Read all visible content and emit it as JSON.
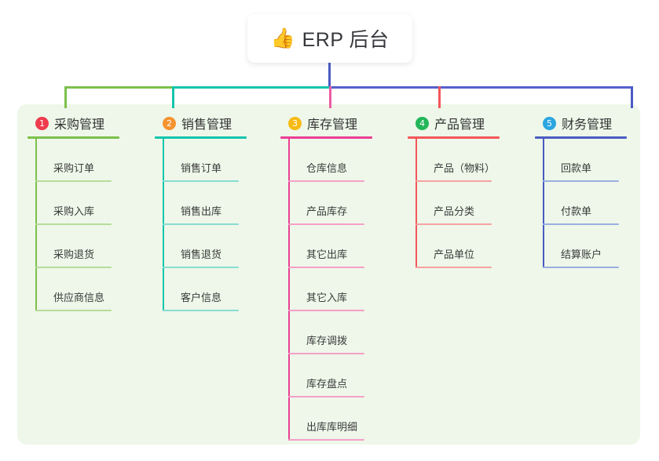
{
  "root": {
    "icon": "thumbs-up-icon",
    "emoji": "👍",
    "title": "ERP 后台"
  },
  "palette": {
    "panel_background": "#eef7e9",
    "page_background": "#ffffff",
    "trunk": "#4a5bc4"
  },
  "branches": [
    {
      "number": "1",
      "title": "采购管理",
      "badge_color": "#ef3b4e",
      "line_color": "#7cc04b",
      "leaf_line_color": "#b7dc9a",
      "items": [
        {
          "label": "采购订单"
        },
        {
          "label": "采购入库"
        },
        {
          "label": "采购退货"
        },
        {
          "label": "供应商信息"
        }
      ]
    },
    {
      "number": "2",
      "title": "销售管理",
      "badge_color": "#f59331",
      "line_color": "#13c5ad",
      "leaf_line_color": "#87ddd2",
      "items": [
        {
          "label": "销售订单"
        },
        {
          "label": "销售出库"
        },
        {
          "label": "销售退货"
        },
        {
          "label": "客户信息"
        }
      ]
    },
    {
      "number": "3",
      "title": "库存管理",
      "badge_color": "#f7bb16",
      "line_color": "#ec3f94",
      "leaf_line_color": "#f5a0c8",
      "items": [
        {
          "label": "仓库信息"
        },
        {
          "label": "产品库存"
        },
        {
          "label": "其它出库"
        },
        {
          "label": "其它入库"
        },
        {
          "label": "库存调拨"
        },
        {
          "label": "库存盘点"
        },
        {
          "label": "出库库明细"
        }
      ]
    },
    {
      "number": "4",
      "title": "产品管理",
      "badge_color": "#23b659",
      "line_color": "#f4565a",
      "leaf_line_color": "#f9a1a3",
      "items": [
        {
          "label": "产品（物料）"
        },
        {
          "label": "产品分类"
        },
        {
          "label": "产品单位"
        }
      ]
    },
    {
      "number": "5",
      "title": "财务管理",
      "badge_color": "#2ba6e0",
      "line_color": "#4a5bc4",
      "leaf_line_color": "#9bafe0",
      "items": [
        {
          "label": "回款单"
        },
        {
          "label": "付款单"
        },
        {
          "label": "结算账户"
        }
      ]
    }
  ]
}
